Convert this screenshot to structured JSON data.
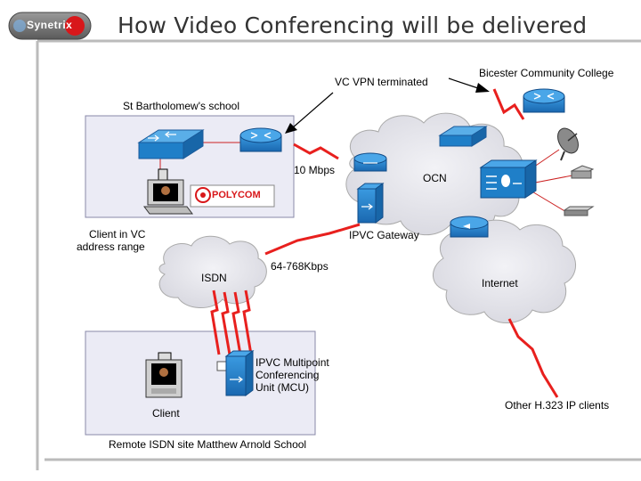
{
  "title": "How Video Conferencing will be delivered",
  "logo": {
    "text": "Synetrix"
  },
  "labels": {
    "vc_vpn": "VC VPN terminated",
    "bicester": "Bicester Community College",
    "st_barts": "St Bartholomew's school",
    "speed_10": "10 Mbps",
    "ocn": "OCN",
    "polycom": "POLYCOM",
    "client_vc_1": "Client in VC",
    "client_vc_2": "address range",
    "ipvc_gateway": "IPVC Gateway",
    "isdn": "ISDN",
    "speed_64": "64-768Kbps",
    "internet": "Internet",
    "mcu_1": "IPVC Multipoint",
    "mcu_2": "Conferencing",
    "mcu_3": "Unit (MCU)",
    "client": "Client",
    "other_h323": "Other H.323 IP clients",
    "remote_site": "Remote ISDN site Matthew Arnold School"
  },
  "colors": {
    "router_blue": "#1f7fc8",
    "cloud_grey": "#e6e6ec",
    "site_box": "#ebebf5",
    "link_red": "#e8201e",
    "logo_red": "#d8171a"
  }
}
